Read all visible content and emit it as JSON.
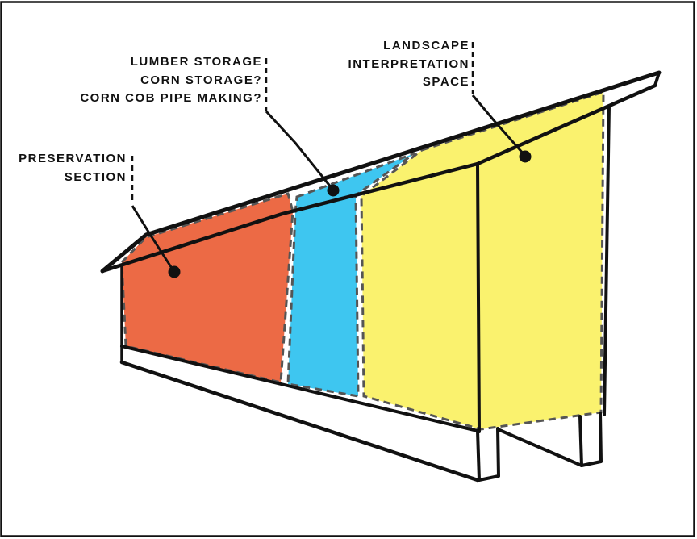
{
  "canvas": {
    "background": "#FFFFFF",
    "border_color": "#111111"
  },
  "diagram": {
    "ink": "#111111",
    "zone_dash_color": "#555555",
    "description_visible_elements": "shed sketch with roof board, front wall, foundation band and two legs"
  },
  "zones": [
    {
      "name": "preservation-zone",
      "color": "#EC6A45"
    },
    {
      "name": "storage-zone",
      "color": "#3EC6F0"
    },
    {
      "name": "landscape-zone",
      "color": "#FAF26E"
    }
  ],
  "annotations": [
    {
      "target": "preservation-zone",
      "lines": [
        "PRESERVATION",
        "SECTION"
      ]
    },
    {
      "target": "storage-zone",
      "lines": [
        "LUMBER STORAGE",
        "CORN STORAGE?",
        "CORN COB PIPE MAKING?"
      ]
    },
    {
      "target": "landscape-zone",
      "lines": [
        "LANDSCAPE",
        "INTERPRETATION",
        "SPACE"
      ]
    }
  ]
}
